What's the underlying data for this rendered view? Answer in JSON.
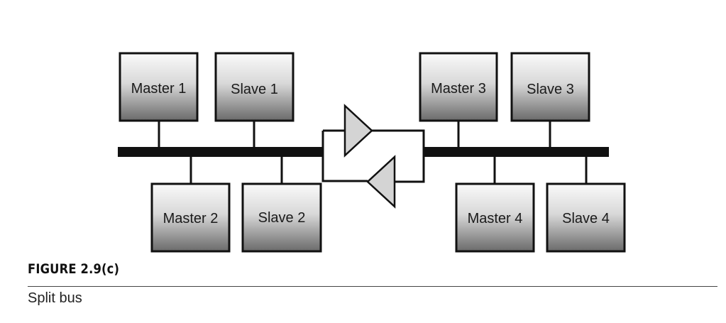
{
  "figure": {
    "number": "FIGURE 2.9(c)",
    "caption": "Split bus"
  },
  "nodes": {
    "master1": "Master 1",
    "slave1": "Slave 1",
    "master2": "Master 2",
    "slave2": "Slave 2",
    "master3": "Master 3",
    "slave3": "Slave 3",
    "master4": "Master 4",
    "slave4": "Slave 4"
  },
  "colors": {
    "bus": "#111111",
    "box_top": "#fafafa",
    "box_bottom": "#6a6a6a",
    "buffer_fill": "#d4d4d4",
    "outline": "#111111"
  },
  "icons": {
    "buffer_right": "triangle-right",
    "buffer_left": "triangle-left"
  }
}
